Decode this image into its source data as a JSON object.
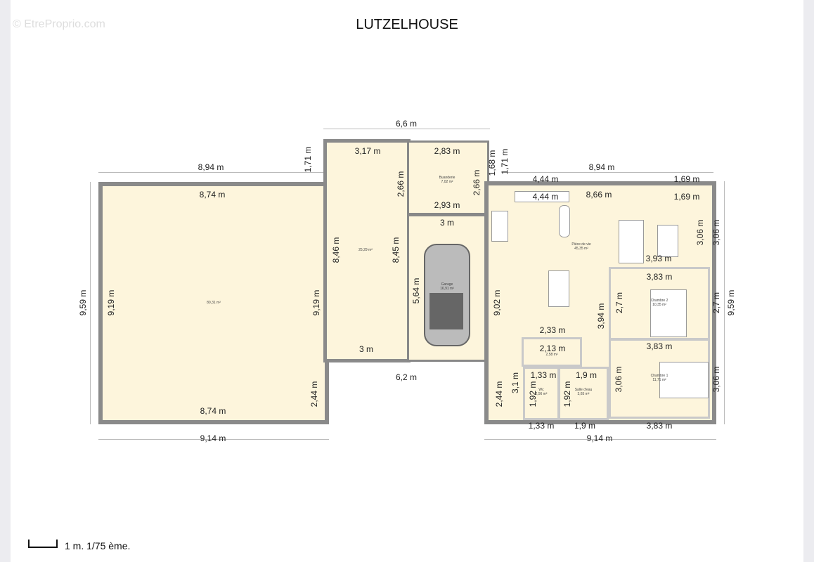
{
  "title": "LUTZELHOUSE",
  "watermark": "© EtreProprio.com",
  "scale": "1 m. 1/75 ème.",
  "rooms": {
    "left": {
      "area": "80,31 m²"
    },
    "middle": {
      "area": "25,29 m²"
    },
    "buanderie": {
      "name": "Buanderie",
      "area": "7,02 m²"
    },
    "garage": {
      "name": "Garage",
      "area": "16,91 m²"
    },
    "piece_de_vie": {
      "name": "Pièce de vie",
      "area": "45,35 m²"
    },
    "chambre2": {
      "name": "Chambre 2",
      "area": "10,35 m²"
    },
    "chambre1": {
      "name": "Chambre 1",
      "area": "11,71 m²"
    },
    "couloir": {
      "area": "2,58 m²"
    },
    "wc": {
      "name": "Wc",
      "area": "2,56 m²"
    },
    "salle_eau": {
      "name": "Salle d'eau",
      "area": "3,65 m²"
    }
  },
  "dims": [
    "6,6 m",
    "3,17 m",
    "2,83 m",
    "8,94 m",
    "8,74 m",
    "1,71 m",
    "1,71 m",
    "1,68 m",
    "4,44 m",
    "8,94 m",
    "1,69 m",
    "4,44 m",
    "8,66 m",
    "1,69 m",
    "2,66 m",
    "2,66 m",
    "2,93 m",
    "3 m",
    "8,46 m",
    "8,45 m",
    "5,64 m",
    "9,02 m",
    "9,59 m",
    "9,19 m",
    "9,19 m",
    "3,06 m",
    "3,06 m",
    "3,93 m",
    "3,83 m",
    "2,7 m",
    "2,7 m",
    "3,94 m",
    "2,33 m",
    "2,13 m",
    "3,83 m",
    "3 m",
    "6,2 m",
    "1,33 m",
    "1,9 m",
    "3,1 m",
    "1,92 m",
    "1,92 m",
    "3,06 m",
    "3,06 m",
    "2,44 m",
    "2,44 m",
    "8,74 m",
    "9,14 m",
    "1,33 m",
    "1,9 m",
    "3,83 m",
    "9,14 m",
    "9,59 m"
  ]
}
